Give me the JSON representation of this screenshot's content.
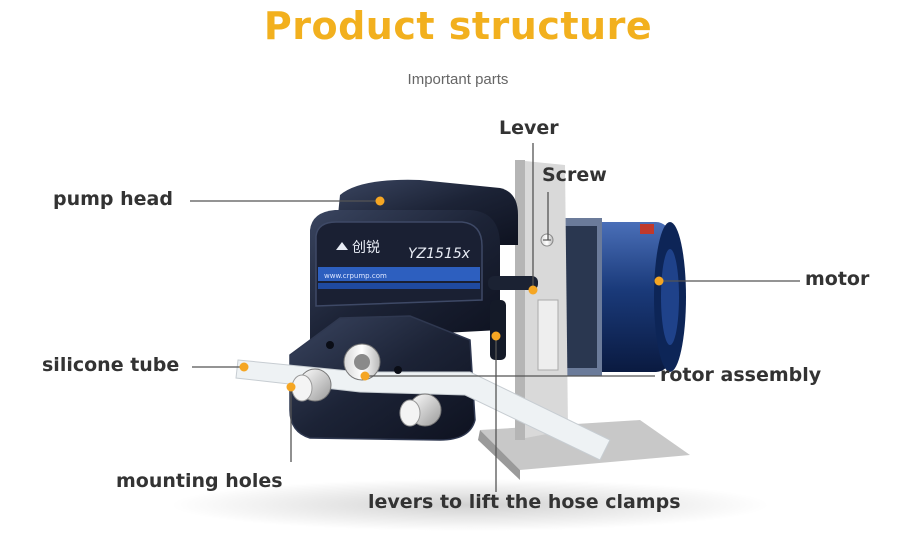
{
  "title": "Product structure",
  "subtitle": "Important parts",
  "labels": {
    "lever": "Lever",
    "screw": "Screw",
    "pump_head": "pump head",
    "motor": "motor",
    "silicone_tube": "silicone tube",
    "rotor_assembly": "rotor assembly",
    "mounting_holes": "mounting holes",
    "hose_clamp_levers": "levers to lift the hose clamps"
  },
  "product": {
    "brand": "创锐",
    "model": "YZ1515x",
    "website": "www.crpump.com"
  },
  "colors": {
    "title": "#f2b01e",
    "dot": "#f5a623",
    "label": "#333333",
    "body": "#1c2336",
    "motor": "#1a3a7a"
  }
}
